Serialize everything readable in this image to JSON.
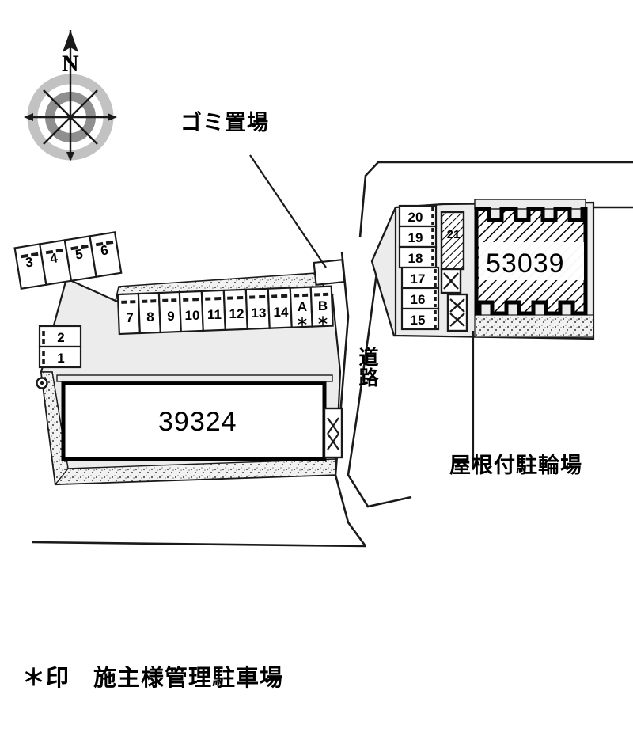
{
  "plan": {
    "title_number_left": "39324",
    "title_number_right": "53039",
    "compass": {
      "north_label": "N",
      "icon": "compass-rose-icon"
    },
    "annotations": {
      "trash": "ゴミ置場",
      "bike_shelter": "屋根付駐輪場",
      "road": "道路"
    },
    "legend": {
      "mark": "＊印",
      "text": "施主様管理駐車場",
      "full": "＊印　施主様管理駐車場"
    },
    "stalls": {
      "top_row": [
        "3",
        "4",
        "5",
        "6"
      ],
      "left_col": [
        "2",
        "1"
      ],
      "middle_row": [
        "7",
        "8",
        "9",
        "10",
        "11",
        "12",
        "13",
        "14"
      ],
      "owner_managed": [
        "A",
        "B"
      ],
      "owner_mark": "＊",
      "right_col": [
        "20",
        "19",
        "18",
        "17",
        "16",
        "15"
      ],
      "hatched": "21"
    },
    "markers": {
      "bike_x": "X",
      "pole": "pole-icon"
    },
    "colors": {
      "ink": "#000000",
      "lot_fill": "#ececec",
      "hatch": "#000000",
      "compass_ring_outer": "#bdbdbd",
      "compass_ring_inner": "#8f8f8f"
    }
  }
}
